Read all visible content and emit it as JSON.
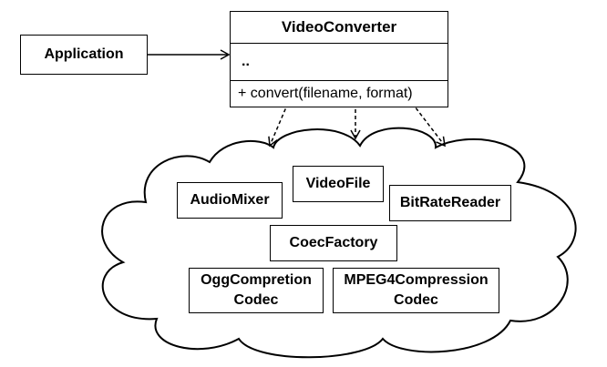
{
  "diagram": {
    "client": {
      "label": "Application"
    },
    "facade": {
      "name": "VideoConverter",
      "attributes": "..",
      "operation": "+ convert(filename, format)"
    },
    "subsystem": {
      "classes": [
        {
          "id": "video_file",
          "label": "VideoFile"
        },
        {
          "id": "audio_mixer",
          "label": "AudioMixer"
        },
        {
          "id": "bit_rate_reader",
          "label": "BitRateReader"
        },
        {
          "id": "codec_factory",
          "label": "CoecFactory"
        },
        {
          "id": "ogg_codec",
          "label_line1": "OggCompretion",
          "label_line2": "Codec"
        },
        {
          "id": "mpeg4_codec",
          "label_line1": "MPEG4Compression",
          "label_line2": "Codec"
        }
      ]
    },
    "colors": {
      "stroke": "#000000",
      "fill": "#ffffff"
    }
  }
}
